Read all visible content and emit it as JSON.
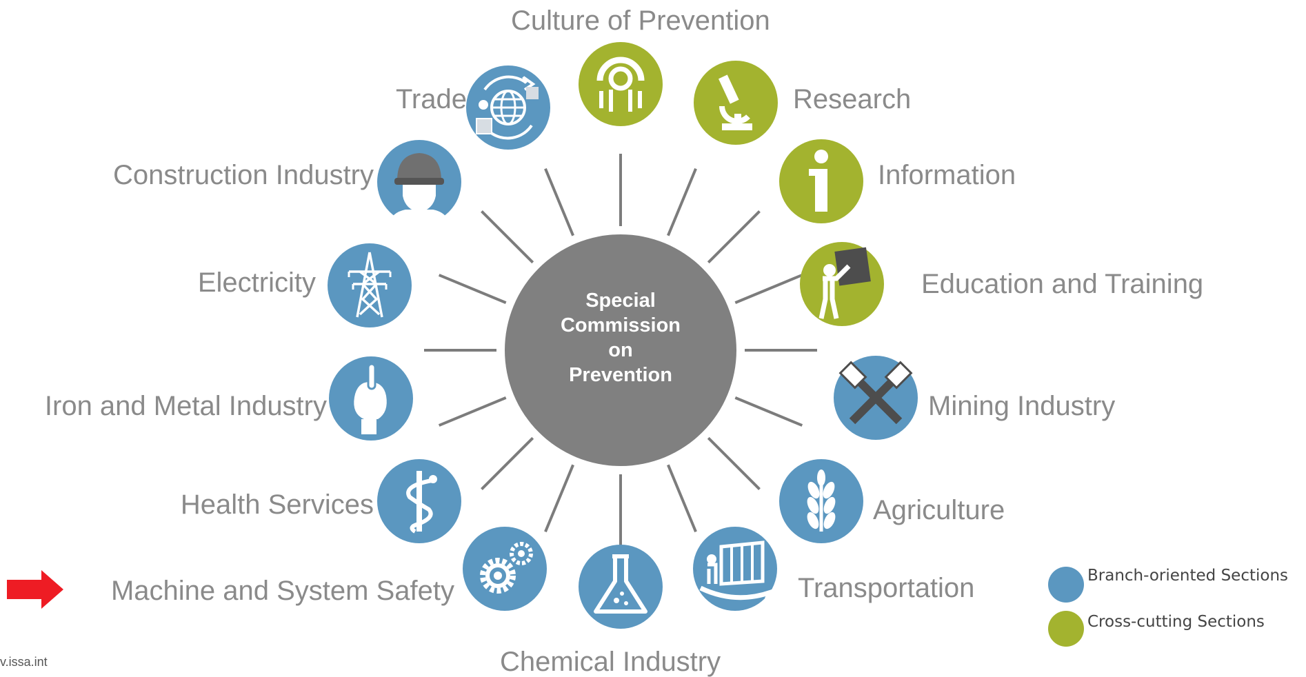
{
  "center": {
    "lines": [
      "Special",
      "Commission",
      "on",
      "Prevention"
    ]
  },
  "colors": {
    "branch": "#5b97c0",
    "crosscutting": "#a3b32f",
    "hub": "#808080",
    "spoke": "#7c7c7c",
    "label": "#8a8a8a",
    "arrow": "#ee1c24"
  },
  "sections": [
    {
      "label": "Culture of Prevention",
      "type": "crosscutting",
      "icon": "culture-of-prevention-logo-icon"
    },
    {
      "label": "Research",
      "type": "crosscutting",
      "icon": "microscope-icon"
    },
    {
      "label": "Information",
      "type": "crosscutting",
      "icon": "info-icon"
    },
    {
      "label": "Education and Training",
      "type": "crosscutting",
      "icon": "teacher-board-icon"
    },
    {
      "label": "Mining Industry",
      "type": "branch",
      "icon": "hammer-and-pick-icon"
    },
    {
      "label": "Agriculture",
      "type": "branch",
      "icon": "wheat-icon"
    },
    {
      "label": "Transportation",
      "type": "branch",
      "icon": "truck-icon"
    },
    {
      "label": "Chemical Industry",
      "type": "branch",
      "icon": "flask-icon"
    },
    {
      "label": "Machine and System Safety",
      "type": "branch",
      "icon": "gears-icon"
    },
    {
      "label": "Health Services",
      "type": "branch",
      "icon": "caduceus-icon"
    },
    {
      "label": "Iron and Metal Industry",
      "type": "branch",
      "icon": "gloved-hand-icon"
    },
    {
      "label": "Electricity",
      "type": "branch",
      "icon": "power-pylon-icon"
    },
    {
      "label": "Construction Industry",
      "type": "branch",
      "icon": "hardhat-worker-icon"
    },
    {
      "label": "Trade",
      "type": "branch",
      "icon": "globe-trade-icon"
    }
  ],
  "legend": [
    {
      "label": "Branch-oriented Sections",
      "type": "branch"
    },
    {
      "label": "Cross-cutting Sections",
      "type": "crosscutting"
    }
  ],
  "footer": "v.issa.int"
}
